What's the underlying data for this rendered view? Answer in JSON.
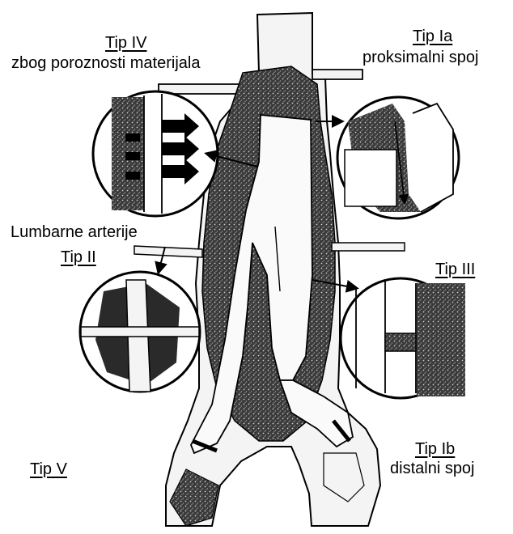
{
  "labels": {
    "tip4_title": "Tip IV",
    "tip4_sub": "zbog poroznosti materijala",
    "tip1a_title": "Tip Ia",
    "tip1a_sub": "proksimalni spoj",
    "lumbar": "Lumbarne arterije",
    "tip2_title": "Tip II",
    "tip3_title": "Tip III",
    "tip1b_title": "Tip Ib",
    "tip1b_sub": "distalni spoj",
    "tip5_title": "Tip V"
  }
}
